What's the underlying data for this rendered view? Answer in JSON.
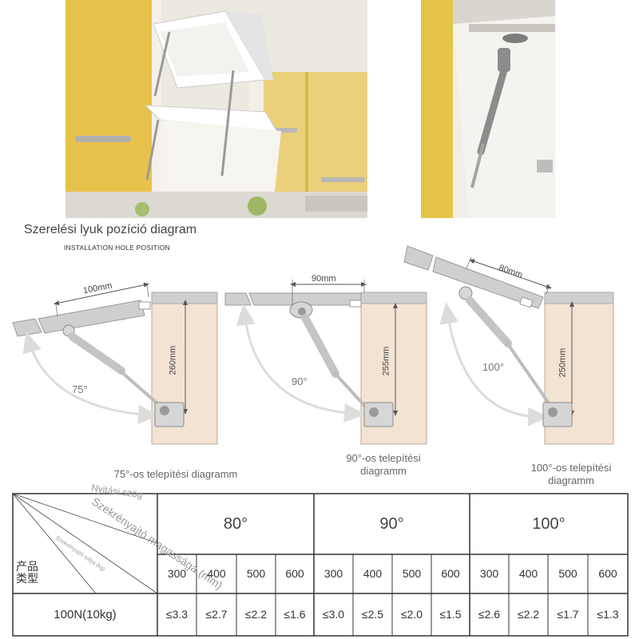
{
  "title_hu": "Szerelési lyuk pozíció diagram",
  "title_en": "INSTALLATION HOLE POSITION",
  "diagrams": [
    {
      "horizontal": "100mm",
      "vertical": "260mm",
      "angle": "75°",
      "caption": "75°-os telepítési diagramm"
    },
    {
      "horizontal": "90mm",
      "vertical": "255mm",
      "angle": "90°",
      "caption": "90°-os telepítési diagramm"
    },
    {
      "horizontal": "80mm",
      "vertical": "250mm",
      "angle": "100°",
      "caption": "100°-os telepítési diagramm"
    }
  ],
  "table": {
    "header_opening_angle": "Nyitási szög",
    "header_cabinet_height": "Szekrényajtó magassága (mm)",
    "header_door_weight": "Szekrényajtó súlya (kg)",
    "header_product_type": "产品类型",
    "angles": [
      "80°",
      "90°",
      "100°"
    ],
    "heights": [
      "300",
      "400",
      "500",
      "600",
      "300",
      "400",
      "500",
      "600",
      "300",
      "400",
      "500",
      "600"
    ],
    "row_label": "100N(10kg)",
    "row_values": [
      "≤3.3",
      "≤2.7",
      "≤2.2",
      "≤1.6",
      "≤3.0",
      "≤2.5",
      "≤2.0",
      "≤1.5",
      "≤2.6",
      "≤2.2",
      "≤1.7",
      "≤1.3"
    ]
  },
  "colors": {
    "cabinet_side": "#f3e3d3",
    "cabinet_top": "#cfcfcf",
    "door": "#cfcfcf",
    "arc": "#d9d9d9",
    "strut": "#c4c4c4",
    "cabinet_yellow": "#e9c441"
  }
}
